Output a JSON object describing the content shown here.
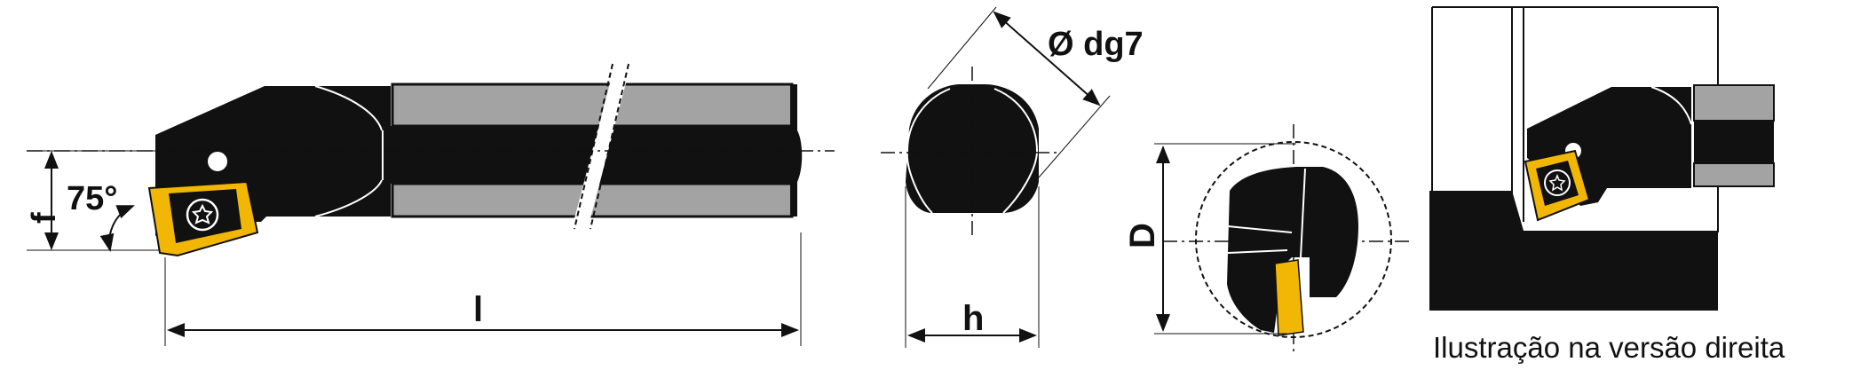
{
  "labels": {
    "f": "f",
    "angle": "75°",
    "l": "l",
    "dg7": "Ø dg7",
    "h": "h",
    "D": "D",
    "caption": "Ilustração na versão direita"
  },
  "colors": {
    "body": "#111111",
    "shank_gray": "#a3a3a3",
    "insert": "#f2b705",
    "line": "#111111",
    "background": "#ffffff"
  },
  "icons": {
    "screw": "torx-screw-icon",
    "arrow": "dimension-arrow-icon"
  }
}
